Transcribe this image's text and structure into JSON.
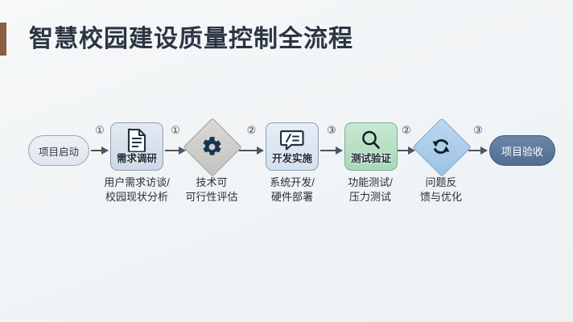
{
  "slide": {
    "title": "智慧校园建设质量控制全流程",
    "accent_color": "#8a5f43",
    "background_color": "#f2f5f7"
  },
  "flow": {
    "start": {
      "label": "项目启动",
      "shape": "oval",
      "fill": "#e3e9ef"
    },
    "end": {
      "label": "项目验收",
      "shape": "oval",
      "fill": "#5a7599"
    },
    "steps": [
      {
        "label": "需求调研",
        "icon": "document-icon",
        "shape": "rounded-rect",
        "fill": "#d6e0ea",
        "caption_line1": "用户需求访谈/",
        "caption_line2": "校园现状分析"
      },
      {
        "label": "",
        "icon": "gear-icon",
        "shape": "diamond",
        "fill": "#cdcdca",
        "caption_line1": "技术可",
        "caption_line2": "可行性评估"
      },
      {
        "label": "开发实施",
        "icon": "code-bubble-icon",
        "shape": "rounded-rect",
        "fill": "#dbe6f1",
        "caption_line1": "系统开发/",
        "caption_line2": "硬件部署"
      },
      {
        "label": "测试验证",
        "icon": "magnifier-icon",
        "shape": "rounded-rect",
        "fill": "#b4ddc3",
        "caption_line1": "功能测试/",
        "caption_line2": "压力测试"
      },
      {
        "label": "",
        "icon": "refresh-cycle-icon",
        "shape": "diamond",
        "fill": "#a8cbe9",
        "caption_line1": "问题反",
        "caption_line2": "馈与优化"
      }
    ],
    "connectors": [
      {
        "number": "①"
      },
      {
        "number": "①"
      },
      {
        "number": "②"
      },
      {
        "number": "③"
      },
      {
        "number": "②"
      },
      {
        "number": "③"
      }
    ]
  }
}
